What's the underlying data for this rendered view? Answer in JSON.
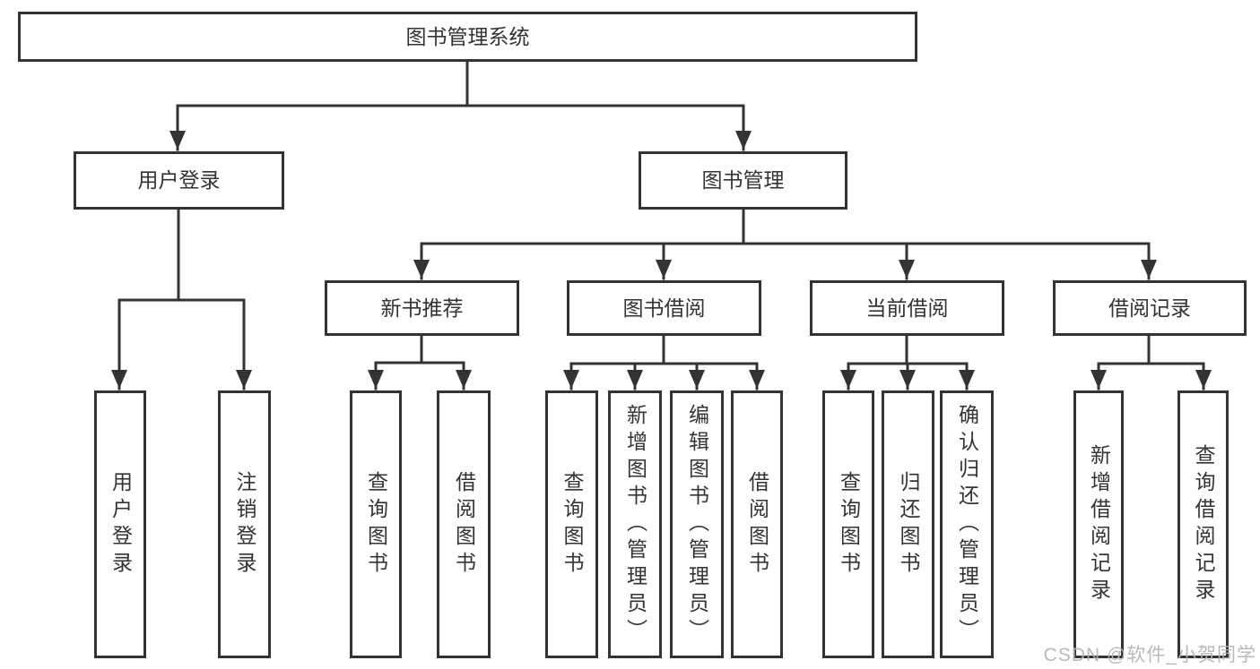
{
  "diagram": {
    "type": "hierarchy",
    "colors": {
      "box_border": "#333333",
      "box_fill": "#ffffff",
      "line": "#333333",
      "text": "#333333",
      "watermark_text": "#b4b4b4",
      "background": "#ffffff"
    }
  },
  "tree": {
    "label": "图书管理系统",
    "children": [
      {
        "label": "用户登录",
        "children": [
          {
            "label": "用户登录"
          },
          {
            "label": "注销登录"
          }
        ]
      },
      {
        "label": "图书管理",
        "children": [
          {
            "label": "新书推荐",
            "children": [
              {
                "label": "查询图书"
              },
              {
                "label": "借阅图书"
              }
            ]
          },
          {
            "label": "图书借阅",
            "children": [
              {
                "label": "查询图书"
              },
              {
                "label": "新增图书（管理员）"
              },
              {
                "label": "编辑图书（管理员）"
              },
              {
                "label": "借阅图书"
              }
            ]
          },
          {
            "label": "当前借阅",
            "children": [
              {
                "label": "查询图书"
              },
              {
                "label": "归还图书"
              },
              {
                "label": "确认归还（管理员）"
              }
            ]
          },
          {
            "label": "借阅记录",
            "children": [
              {
                "label": "新增借阅记录"
              },
              {
                "label": "查询借阅记录"
              }
            ]
          }
        ]
      }
    ]
  },
  "watermark": {
    "text": "CSDN @软件_小贺同学"
  }
}
